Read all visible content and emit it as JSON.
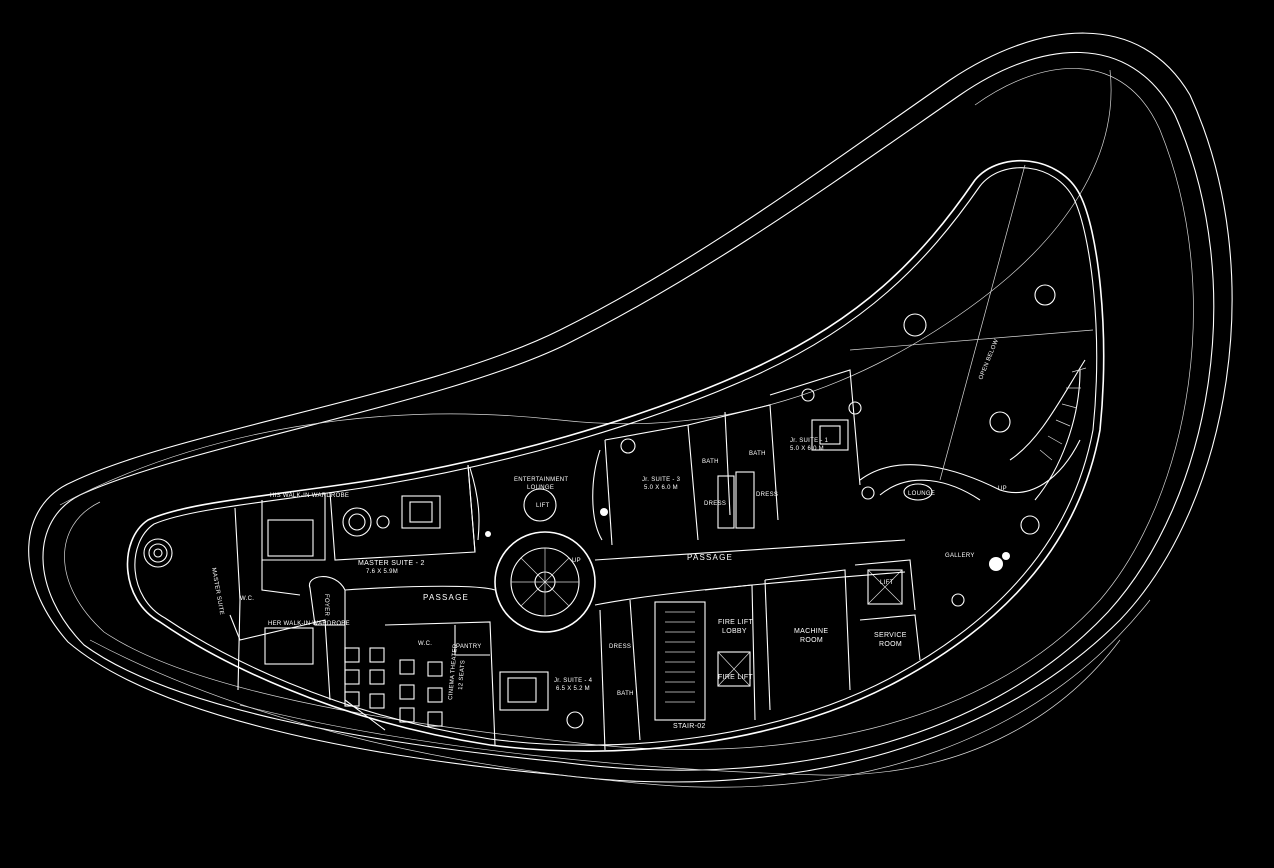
{
  "colors": {
    "background": "#000000",
    "linework": "#ffffff"
  },
  "labels": {
    "master_suite": "MASTER SUITE",
    "his_walkin": "HIS WALK-IN WARDROBE",
    "her_walkin": "HER WALK-IN WARDROBE",
    "master_suite_2": "MASTER SUITE - 2",
    "master_suite_2_dim": "7.6 X 5.9M",
    "entertainment": "ENTERTAINMENT",
    "lounge": "LOUNGE",
    "lift_main": "LIFT",
    "foyer": "FOYER",
    "passage_1": "PASSAGE",
    "passage_2": "PASSAGE",
    "jr_suite_3": "Jr. SUITE - 3",
    "jr_suite_3_dim": "5.0 X 6.0 M",
    "jr_suite_1": "Jr. SUITE - 1",
    "jr_suite_1_dim": "5.0 X 6.0 M",
    "bath_1": "BATH",
    "bath_2": "BATH",
    "dress_1": "DRESS",
    "dress_2": "DRESS",
    "open_below": "OPEN BELOW",
    "lounge_small": "LOUNGE",
    "gallery": "GALLERY",
    "up_1": "UP",
    "up_2": "UP",
    "wc": "W.C.",
    "pantry": "PANTRY",
    "cinema": "CINEMA THEATER",
    "cinema_seats": "12 SEATS",
    "jr_suite_4": "Jr. SUITE - 4",
    "jr_suite_4_dim": "6.5 X 5.2 M",
    "dress_3": "DRESS",
    "bath_3": "BATH",
    "fire_lift_lobby_1": "FIRE LIFT",
    "fire_lift_lobby_2": "LOBBY",
    "fire_lift": "FIRE LIFT",
    "stair": "STAIR-02",
    "machine_1": "MACHINE",
    "machine_2": "ROOM",
    "lift_service": "LIFT",
    "service_1": "SERVICE",
    "service_2": "ROOM",
    "wc_small": "W.C."
  }
}
